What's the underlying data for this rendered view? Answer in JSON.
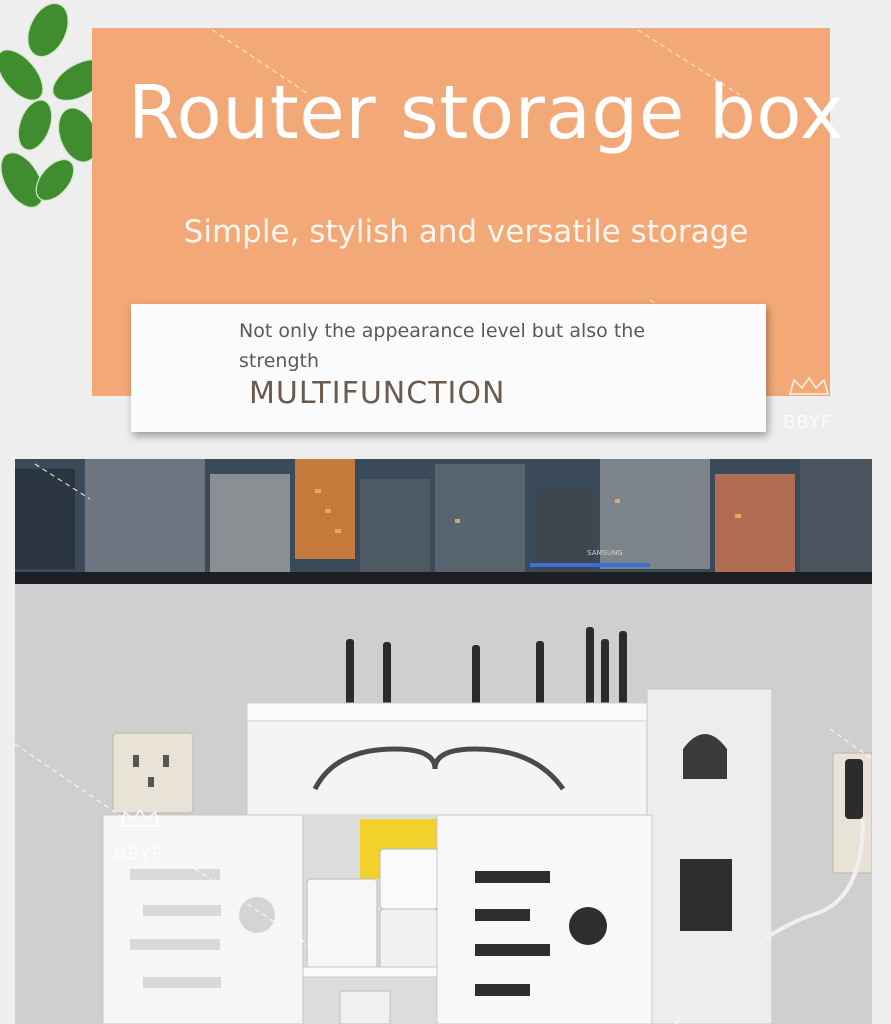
{
  "header": {
    "title": "Router storage box",
    "subtitle": "Simple, stylish and versatile storage"
  },
  "card": {
    "text": "Not only the appearance level but also the strength",
    "heading": "MULTIFUNCTION"
  },
  "watermark": {
    "brand": "BBYF"
  },
  "tv": {
    "brand": "SAMSUNG"
  },
  "colors": {
    "orange_panel": "#f3a877",
    "background": "#eeeeee",
    "card": "#fbfbfb",
    "box_white": "#f4f4f4",
    "outlet_yellow": "#f2d12c"
  },
  "icons": [
    "leaf-plant-icon",
    "crown-icon"
  ]
}
